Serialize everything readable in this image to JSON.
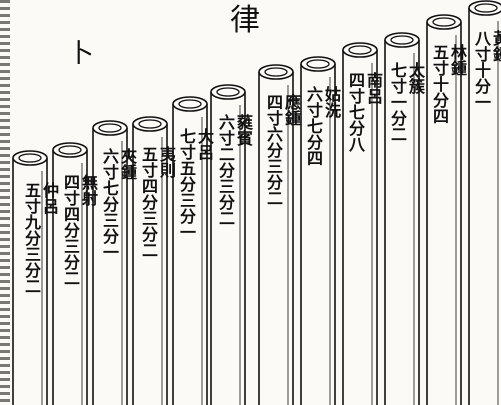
{
  "page": {
    "title": "律",
    "fragment": "卜"
  },
  "pipes": [
    {
      "name": "仲呂",
      "measure": "五寸九分三分二"
    },
    {
      "name": "無射",
      "measure": "四寸四分三分二"
    },
    {
      "name": "夾鍾",
      "measure": "六寸七分三分一"
    },
    {
      "name": "夷則",
      "measure": "五寸四分三分二"
    },
    {
      "name": "大呂",
      "measure": "七寸五分三分一"
    },
    {
      "name": "蕤賓",
      "measure": "六寸二分三分二"
    },
    {
      "name": "應鍾",
      "measure": "四寸六分三分二"
    },
    {
      "name": "姑洗",
      "measure": "六寸七分四"
    },
    {
      "name": "南呂",
      "measure": "四寸七分八"
    },
    {
      "name": "太簇",
      "measure": "七寸一分二"
    },
    {
      "name": "林鍾",
      "measure": "五寸十分四"
    },
    {
      "name": "黃鍾",
      "measure": "八寸十分一"
    }
  ],
  "colors": {
    "ink": "#111111",
    "paper": "#fbfaf6"
  }
}
